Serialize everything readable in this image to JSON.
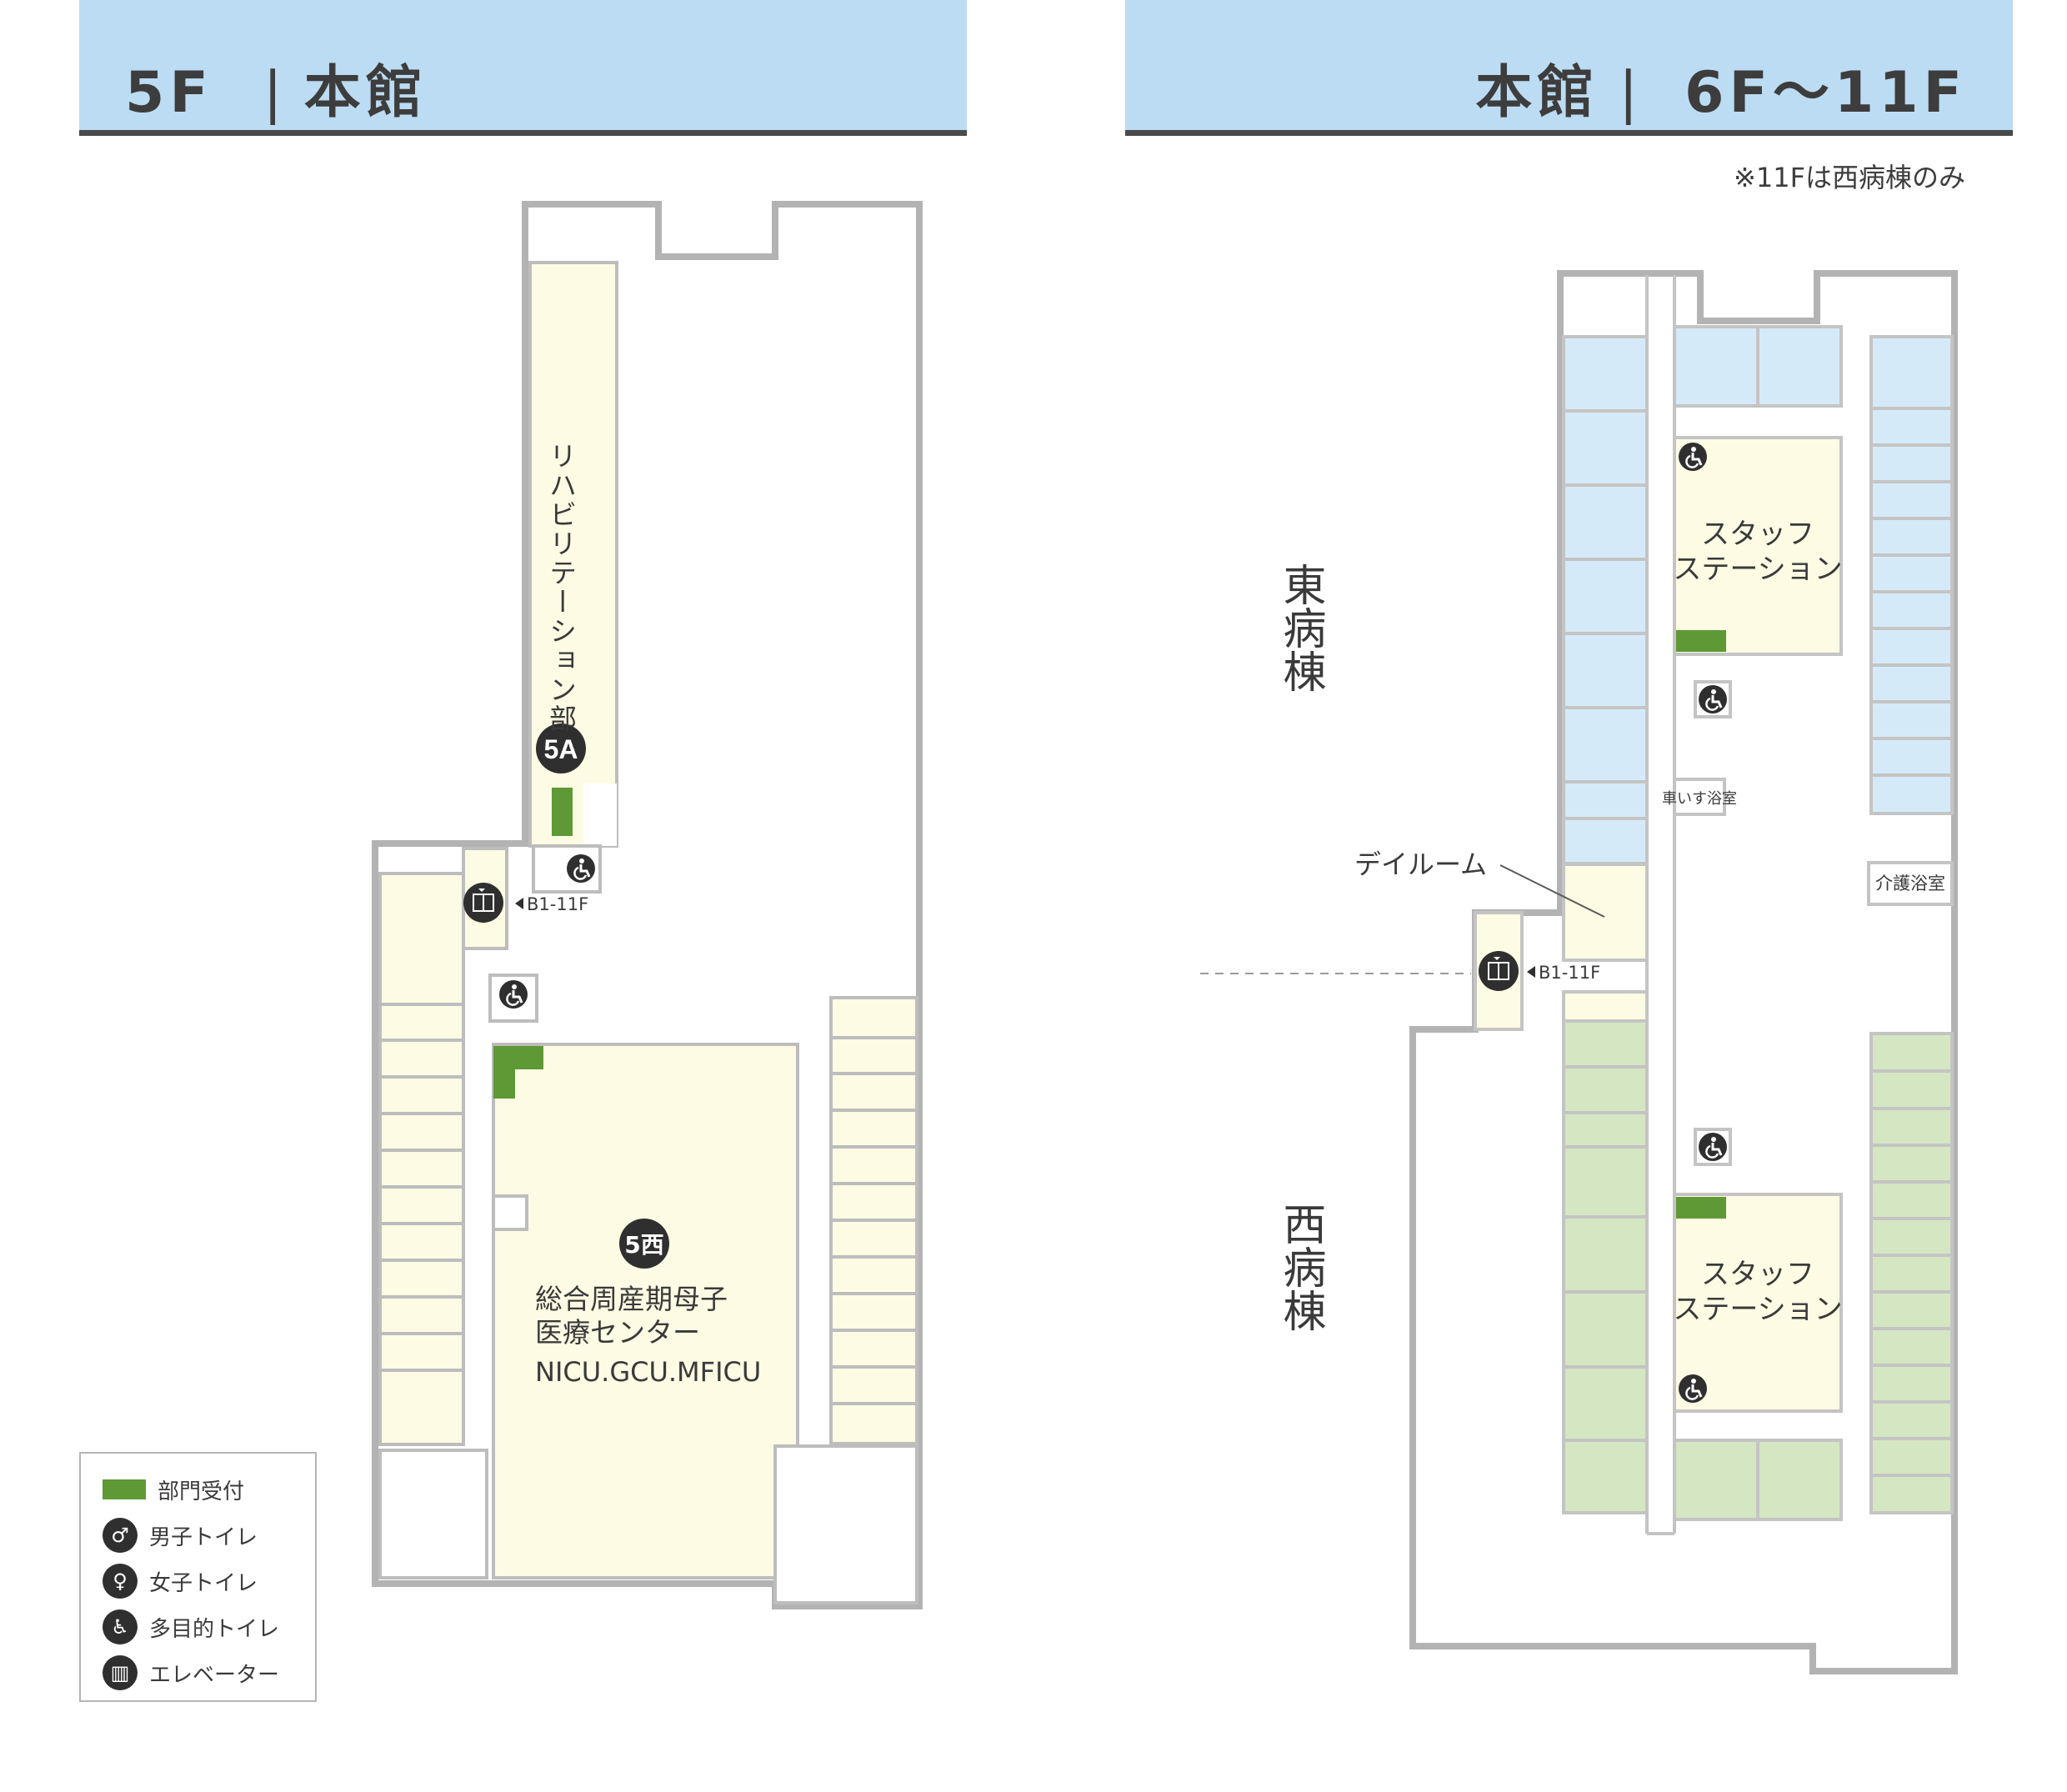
{
  "left_panel": {
    "floor": "5F",
    "building": "本館",
    "departments": [
      {
        "badge": "5A",
        "name": "リハビリテーション部"
      },
      {
        "badge": "5西",
        "name_line1": "総合周産期母子",
        "name_line2": "医療センター",
        "name_line3": "NICU.GCU.MFICU"
      }
    ],
    "elevator_label": "B1-11F"
  },
  "right_panel": {
    "building": "本館",
    "floors": "6F〜11F",
    "note": "※11Fは西病棟のみ",
    "wings": {
      "east": "東病棟",
      "west": "西病棟"
    },
    "rooms": {
      "staff_station_line1": "スタッフ",
      "staff_station_line2": "ステーション",
      "wheelchair_bath": "車いす浴室",
      "care_bath": "介護浴室",
      "day_room": "デイルーム"
    },
    "elevator_label": "B1-11F"
  },
  "legend": [
    {
      "icon": "reception-swatch",
      "label": "部門受付"
    },
    {
      "icon": "mens-toilet-icon",
      "label": "男子トイレ"
    },
    {
      "icon": "womens-toilet-icon",
      "label": "女子トイレ"
    },
    {
      "icon": "accessible-toilet-icon",
      "label": "多目的トイレ"
    },
    {
      "icon": "elevator-icon",
      "label": "エレベーター"
    }
  ],
  "colors": {
    "banner": "#bcdcf3",
    "wall": "#b3b3b3",
    "room_yellow": "#fdfbe3",
    "room_blue": "#d5eaf8",
    "room_green": "#d5e6c2",
    "reception": "#5e9935",
    "icon_dark": "#2f2f2f"
  }
}
